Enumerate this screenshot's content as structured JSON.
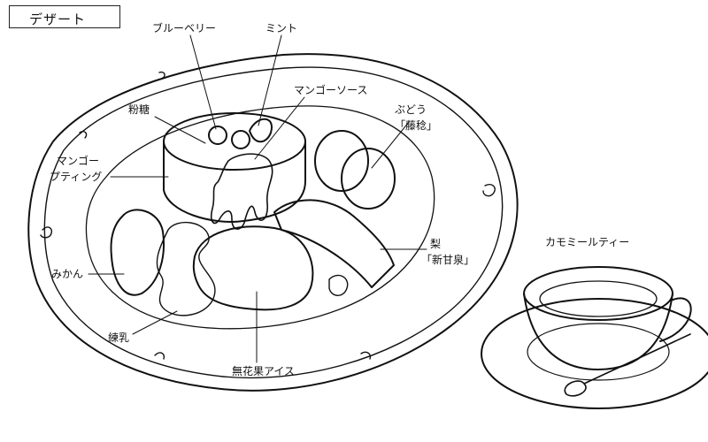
{
  "title": "デザート",
  "labels": {
    "blueberry": "ブルーベリー",
    "mint": "ミント",
    "mango_sauce": "マンゴーソース",
    "powdered_sugar": "粉糖",
    "grape_line1": "ぶどう",
    "grape_line2": "「藤稔」",
    "pudding_line1": "マンゴー",
    "pudding_line2": "プティング",
    "mikan": "みかん",
    "pear_line1": "梨",
    "pear_line2": "「新甘泉」",
    "condensed_milk": "練乳",
    "fig_ice": "無花果アイス",
    "chamomile_tea": "カモミールティー"
  },
  "colors": {
    "ink": "#111111",
    "paper": "#ffffff"
  }
}
